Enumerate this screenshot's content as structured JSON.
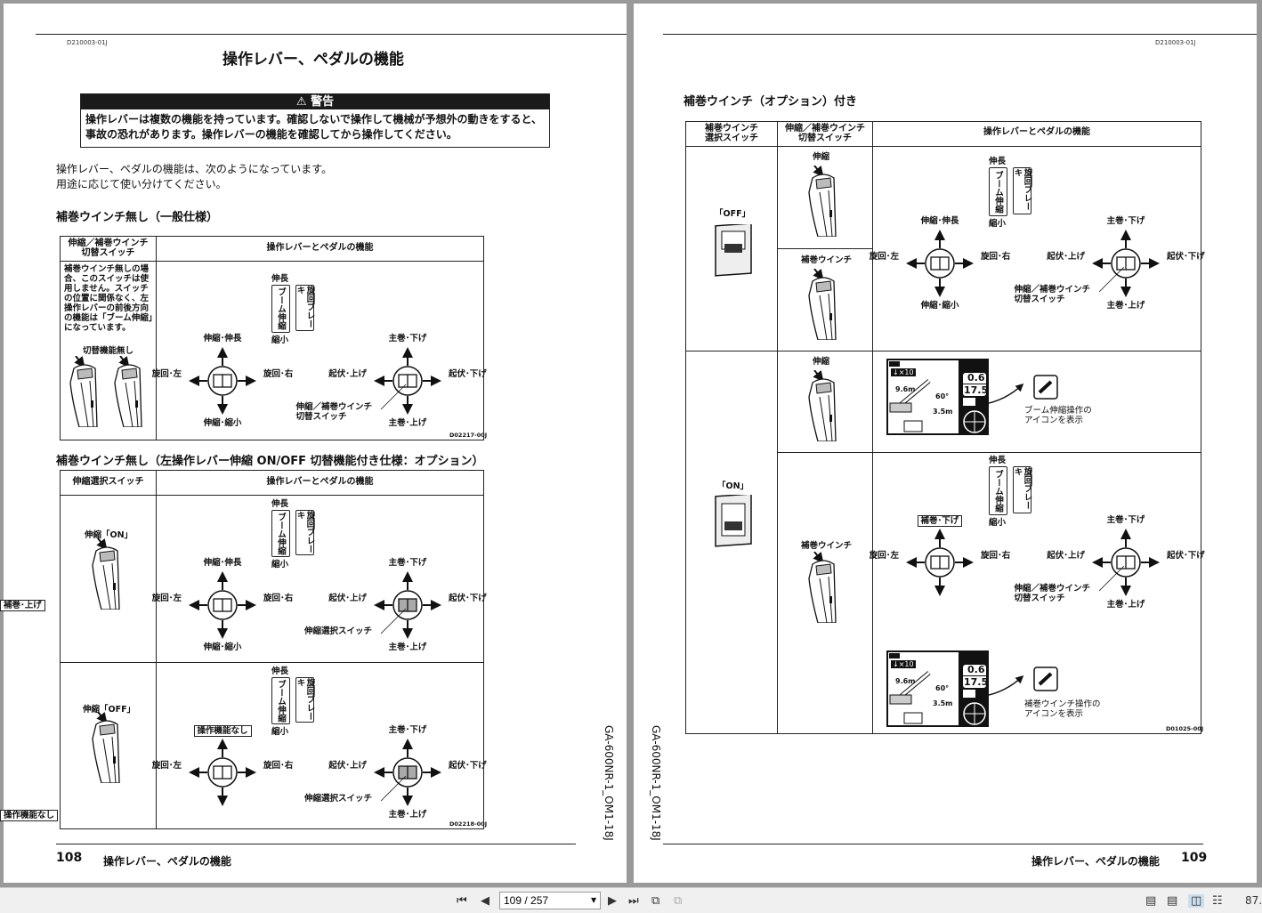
{
  "viewer": {
    "page_input": "109 / 257",
    "zoom": "87.",
    "icons": [
      "first-page-icon",
      "prev-page-icon",
      "next-page-icon",
      "last-page-icon",
      "fit-page-icon",
      "fit-width-icon",
      "single-page-icon",
      "continuous-icon",
      "two-page-icon",
      "two-page-continuous-icon"
    ]
  },
  "labels": {
    "extend": "伸長",
    "retract": "縮小",
    "boom_box": "ブーム伸縮",
    "brake_box": "旋回ブレーキ",
    "l_up": "伸縮･伸長",
    "l_down": "伸縮･縮小",
    "l_left": "旋回･左",
    "l_right": "旋回･右",
    "r_up": "主巻･下げ",
    "r_down": "主巻･上げ",
    "r_left": "起伏･上げ",
    "r_right": "起伏･下げ",
    "note_switch": "伸縮／補巻ウインチ\n切替スイッチ",
    "note_select": "伸縮選択スイッチ",
    "no_function": "操作機能なし",
    "aux_down": "補巻･下げ",
    "aux_up": "補巻･上げ"
  },
  "left": {
    "doc_id": "D210003-01J",
    "title": "操作レバー、ペダルの機能",
    "warning": {
      "header": "⚠ 警告",
      "text": "操作レバーは複数の機能を持っています。確認しないで操作して機械が予想外の動きをすると、事故の恐れがあります。操作レバーの機能を確認してから操作してください。"
    },
    "intro": [
      "操作レバー、ペダルの機能は、次のようになっています。",
      "用途に応じて使い分けてください。"
    ],
    "section1": {
      "heading": "補巻ウインチ無し（一般仕様）",
      "col1": "伸縮／補巻ウインチ\n切替スイッチ",
      "col2": "操作レバーとペダルの機能",
      "note": "補巻ウインチ無しの場\n合、このスイッチは使\n用しません。スイッチ\nの位置に関係なく、左\n操作レバーの前後方向\nの機能は「ブーム伸縮」\nになっています。",
      "switch_label": "切替機能無し",
      "code": "D02217-00J"
    },
    "section2": {
      "heading": "補巻ウインチ無し（左操作レバー伸縮 ON/OFF 切替機能付き仕様：オプション）",
      "col1": "伸縮選択スイッチ",
      "col2": "操作レバーとペダルの機能",
      "row_on": "伸縮「ON」",
      "row_off": "伸縮「OFF」",
      "code": "D02218-00J"
    },
    "footer": {
      "page": "108",
      "title": "操作レバー、ペダルの機能"
    },
    "side_code": "GA-600NR-1_OM1-18J"
  },
  "right": {
    "doc_id": "D210003-01J",
    "heading": "補巻ウインチ（オプション）付き",
    "col1": "補巻ウインチ\n選択スイッチ",
    "col2": "伸縮／補巻ウインチ\n切替スイッチ",
    "col3": "操作レバーとペダルの機能",
    "row_off": "「OFF」",
    "row_on": "「ON」",
    "extend": "伸縮",
    "aux": "補巻ウインチ",
    "screen": {
      "tag": "↓×10",
      "load": "0.6",
      "radius": "17.5",
      "boom_len": "9.6m",
      "angle": "60°",
      "work_r": "3.5m"
    },
    "callout_boom": "ブーム伸縮操作の\nアイコンを表示",
    "callout_aux": "補巻ウインチ操作の\nアイコンを表示",
    "code": "D01025-00J",
    "footer": {
      "page": "109",
      "title": "操作レバー、ペダルの機能"
    },
    "side_code": "GA-600NR-1_OM1-18J"
  }
}
